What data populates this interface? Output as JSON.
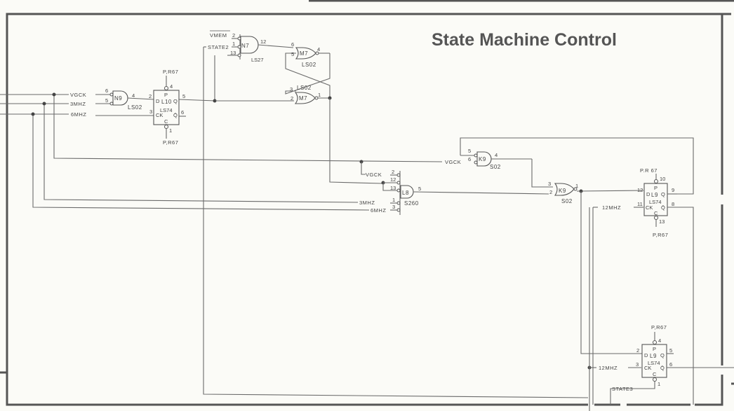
{
  "title": "State Machine Control",
  "signals": {
    "vgck": "VGCK",
    "mhz3": "3MHZ",
    "mhz6": "6MHZ",
    "mhz12": "12MHZ",
    "vmem": "VMEM",
    "state2": "STATE2",
    "state3": "STATE3",
    "pr67": "P,R67",
    "pr67b": "P.R 67"
  },
  "chips": {
    "n9": {
      "ref": "N9",
      "type": "LS02",
      "pins": [
        "6",
        "5",
        "4"
      ]
    },
    "l10": {
      "ref": "L10",
      "type": "LS74",
      "pins": {
        "p": "4",
        "d": "2",
        "ck": "3",
        "q": "5",
        "qn": "6",
        "c": "1"
      }
    },
    "n7": {
      "ref": "N7",
      "type": "LS27",
      "pins": [
        "2",
        "1",
        "13",
        "12"
      ]
    },
    "m7a": {
      "ref": "M7",
      "type": "LS02",
      "pins": [
        "6",
        "5",
        "4"
      ]
    },
    "m7b": {
      "ref": "M7",
      "type": "LS02",
      "pins": [
        "3",
        "2",
        "1"
      ]
    },
    "k9a": {
      "ref": "K9",
      "type": "S02",
      "pins": [
        "5",
        "6",
        "4"
      ]
    },
    "l8": {
      "ref": "L8",
      "type": "S260",
      "pins": [
        "2",
        "12",
        "13",
        "1",
        "3",
        "5"
      ]
    },
    "k9b": {
      "ref": "K9",
      "type": "S02",
      "pins": [
        "3",
        "2",
        "1"
      ]
    },
    "l9a": {
      "ref": "L9",
      "type": "LS74",
      "pins": {
        "p": "10",
        "d": "12",
        "ck": "11",
        "q": "9",
        "qn": "8",
        "c": "13"
      }
    },
    "l9b": {
      "ref": "L9",
      "type": "LS74",
      "pins": {
        "p": "4",
        "d": "2",
        "ck": "3",
        "q": "5",
        "qn": "6",
        "c": "1"
      }
    }
  },
  "ff_pin_labels": {
    "p": "P",
    "d": "D",
    "ck": "CK",
    "q": "Q",
    "qn": "Q̄",
    "c": "C"
  }
}
